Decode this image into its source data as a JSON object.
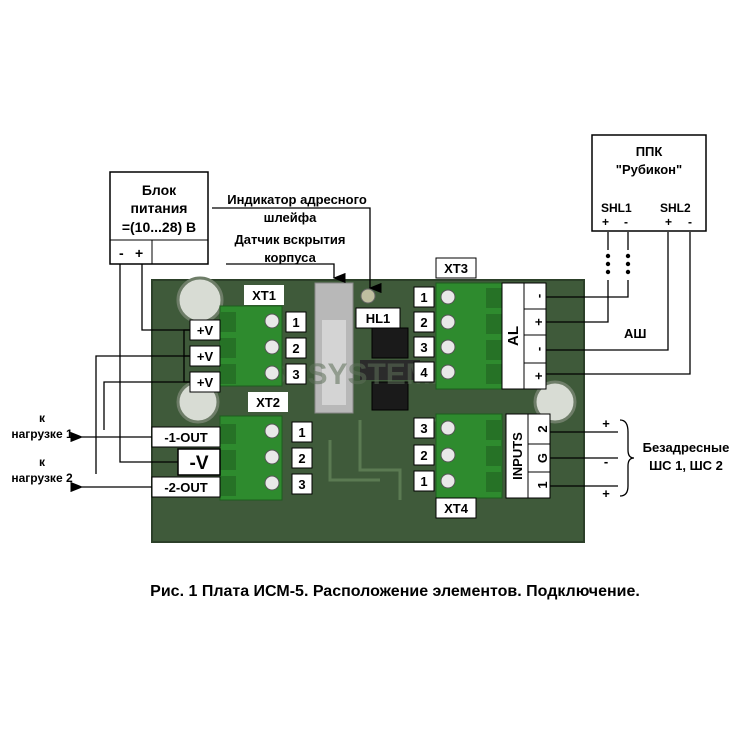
{
  "power_supply": {
    "line1": "Блок",
    "line2": "питания",
    "line3": "=(10...28) В",
    "minus": "-",
    "plus": "+"
  },
  "ppk": {
    "line1": "ППК",
    "line2": "\"Рубикон\"",
    "shl1": "SHL1",
    "shl2": "SHL2",
    "shl1_plus": "+",
    "shl1_minus": "-",
    "shl2_plus": "+",
    "shl2_minus": "-"
  },
  "labels": {
    "indicator_line1": "Индикатор адресного",
    "indicator_line2": "шлейфа",
    "sensor_line1": "Датчик вскрытия",
    "sensor_line2": "корпуса",
    "ash": "АШ",
    "non_addr_line1": "Безадресные",
    "non_addr_line2": "ШС 1, ШС 2",
    "load1_line1": "к",
    "load1_line2": "нагрузке 1",
    "load2_line1": "к",
    "load2_line2": "нагрузке 2",
    "hl1": "HL1",
    "watermark": "TASKSYSTEM.RU"
  },
  "xt1": {
    "name": "XT1",
    "pins": [
      "1",
      "2",
      "3"
    ],
    "tags": [
      "+V",
      "+V",
      "+V"
    ]
  },
  "xt2": {
    "name": "XT2",
    "pins": [
      "1",
      "2",
      "3"
    ],
    "tags": [
      "-1-OUT",
      "-V",
      "-2-OUT"
    ]
  },
  "xt3": {
    "name": "XT3",
    "pins": [
      "1",
      "2",
      "3",
      "4"
    ],
    "al": "AL",
    "signs": [
      "-",
      "+",
      "-",
      "+"
    ]
  },
  "xt4": {
    "name": "XT4",
    "pins": [
      "3",
      "2",
      "1"
    ],
    "inputs": "INPUTS",
    "tags": [
      "2",
      "G",
      "1"
    ],
    "signs": [
      "+",
      "-",
      "+"
    ]
  },
  "caption": "Рис. 1 Плата ИСМ-5. Расположение элементов. Подключение."
}
